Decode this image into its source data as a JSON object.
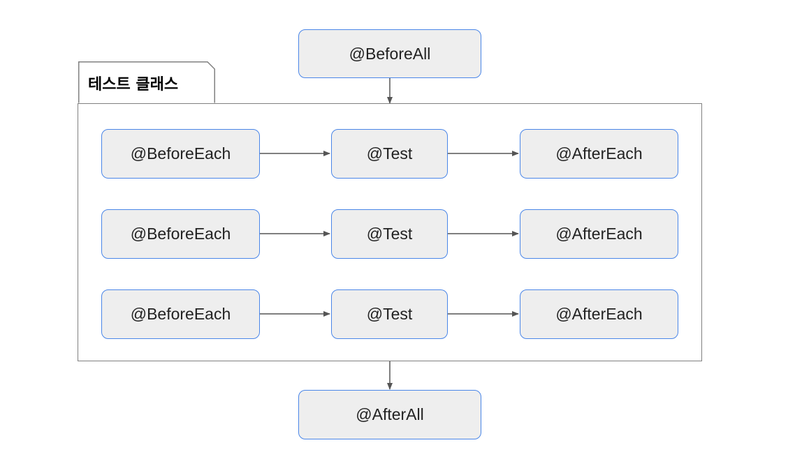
{
  "diagram": {
    "container_title": "테스트 클래스",
    "before_all": "@BeforeAll",
    "after_all": "@AfterAll",
    "rows": [
      {
        "before_each": "@BeforeEach",
        "test": "@Test",
        "after_each": "@AfterEach"
      },
      {
        "before_each": "@BeforeEach",
        "test": "@Test",
        "after_each": "@AfterEach"
      },
      {
        "before_each": "@BeforeEach",
        "test": "@Test",
        "after_each": "@AfterEach"
      }
    ],
    "colors": {
      "node_fill": "#eeeeee",
      "node_border": "#4a86e8",
      "container_border": "#808080",
      "arrow": "#555555"
    }
  }
}
